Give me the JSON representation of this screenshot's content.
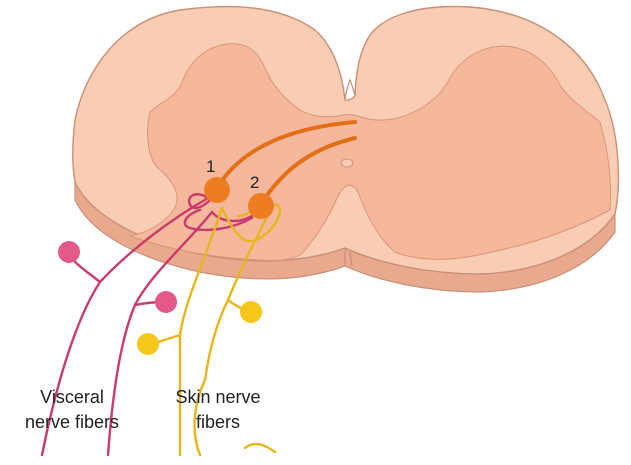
{
  "labels": {
    "neuron_1": "1",
    "neuron_2": "2",
    "visceral_line1": "Visceral",
    "visceral_line2": "nerve fibers",
    "skin_line1": "Skin nerve",
    "skin_line2": "fibers"
  },
  "colors": {
    "cord_white_matter": "#f8cdb3",
    "cord_gray_matter": "#f5b89c",
    "cord_side": "#e9a98e",
    "cord_outline": "#c98f78",
    "neuron": "#ee7d22",
    "neuron_fiber": "#e36f17",
    "visceral_fiber": "#c93b6b",
    "visceral_ending": "#e35a88",
    "skin_fiber": "#e7b51c",
    "skin_ending": "#f6c61b"
  }
}
